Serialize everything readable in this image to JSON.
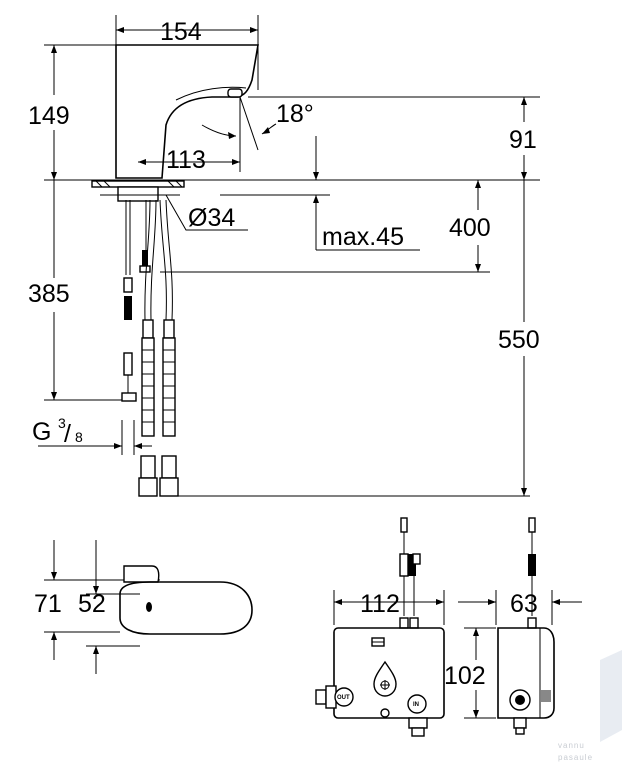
{
  "side_view": {
    "width_top": "154",
    "height_body": "149",
    "spout_reach": "113",
    "angle": "18°",
    "spout_height": "91",
    "hole_diameter": "Ø34",
    "max_thickness": "max.45",
    "dim_400": "400",
    "hose_length": "385",
    "dim_550": "550",
    "thread": "G",
    "thread_num": "3",
    "thread_den": "8"
  },
  "front_view": {
    "height_outer": "71",
    "height_inner": "52"
  },
  "control_box": {
    "width": "112",
    "depth": "63",
    "height": "102",
    "port_out": "OUT",
    "port_in": "IN"
  },
  "watermark": {
    "line1": "vannu",
    "line2": "pasaule"
  }
}
